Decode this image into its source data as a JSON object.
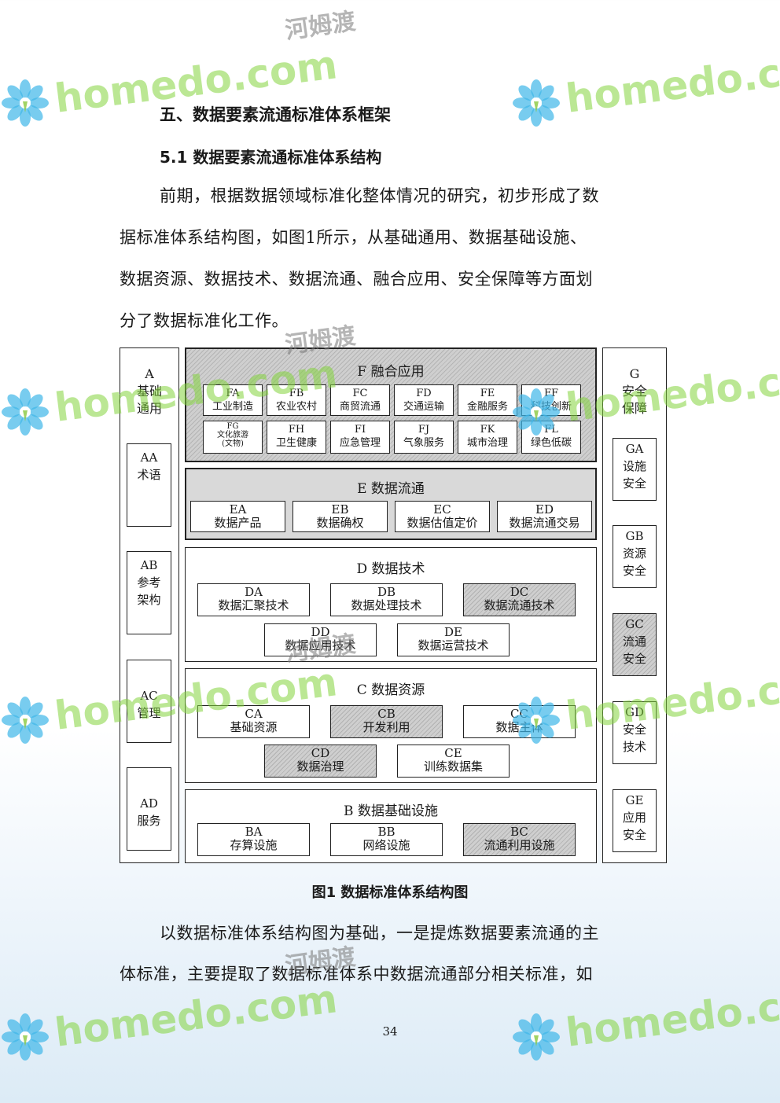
{
  "heading1": "五、数据要素流通标准体系框架",
  "heading2": "5.1  数据要素流通标准体系结构",
  "intro_lines": [
    "前期，根据数据领域标准化整体情况的研究，初步形成了数",
    "据标准体系结构图，如图1所示，从基础通用、数据基础设施、",
    "数据资源、数据技术、数据流通、融合应用、安全保障等方面划",
    "分了数据标准化工作。"
  ],
  "diagram": {
    "left": {
      "title": [
        "A",
        "基础",
        "通用"
      ],
      "items": [
        {
          "code": "AA",
          "label": [
            "术语"
          ]
        },
        {
          "code": "AB",
          "label": [
            "参考",
            "架构"
          ]
        },
        {
          "code": "AC",
          "label": [
            "管理"
          ]
        },
        {
          "code": "AD",
          "label": [
            "服务"
          ]
        }
      ]
    },
    "right": {
      "title": [
        "G",
        "安全",
        "保障"
      ],
      "items": [
        {
          "code": "GA",
          "label": [
            "设施",
            "安全"
          ]
        },
        {
          "code": "GB",
          "label": [
            "资源",
            "安全"
          ]
        },
        {
          "code": "GC",
          "label": [
            "流通",
            "安全"
          ]
        },
        {
          "code": "GD",
          "label": [
            "安全",
            "技术"
          ]
        },
        {
          "code": "GE",
          "label": [
            "应用",
            "安全"
          ]
        }
      ]
    },
    "F": {
      "title": "F 融合应用",
      "row1": [
        {
          "code": "FA",
          "label": "工业制造"
        },
        {
          "code": "FB",
          "label": "农业农村"
        },
        {
          "code": "FC",
          "label": "商贸流通"
        },
        {
          "code": "FD",
          "label": "交通运输"
        },
        {
          "code": "FE",
          "label": "金融服务"
        },
        {
          "code": "FF",
          "label": "科技创新"
        }
      ],
      "row2": [
        {
          "code": "FG",
          "label": "文化旅游",
          "extra": "(文物)"
        },
        {
          "code": "FH",
          "label": "卫生健康"
        },
        {
          "code": "FI",
          "label": "应急管理"
        },
        {
          "code": "FJ",
          "label": "气象服务"
        },
        {
          "code": "FK",
          "label": "城市治理"
        },
        {
          "code": "FL",
          "label": "绿色低碳"
        }
      ]
    },
    "E": {
      "title": "E 数据流通",
      "items": [
        {
          "code": "EA",
          "label": "数据产品"
        },
        {
          "code": "EB",
          "label": "数据确权"
        },
        {
          "code": "EC",
          "label": "数据估值定价"
        },
        {
          "code": "ED",
          "label": "数据流通交易"
        }
      ]
    },
    "D": {
      "title": "D 数据技术",
      "items": [
        {
          "code": "DA",
          "label": "数据汇聚技术"
        },
        {
          "code": "DB",
          "label": "数据处理技术"
        },
        {
          "code": "DC",
          "label": "数据流通技术"
        },
        {
          "code": "DD",
          "label": "数据应用技术"
        },
        {
          "code": "DE",
          "label": "数据运营技术"
        }
      ]
    },
    "C": {
      "title": "C 数据资源",
      "items": [
        {
          "code": "CA",
          "label": "基础资源"
        },
        {
          "code": "CB",
          "label": "开发利用"
        },
        {
          "code": "CC",
          "label": "数据主体"
        },
        {
          "code": "CD",
          "label": "数据治理"
        },
        {
          "code": "CE",
          "label": "训练数据集"
        }
      ]
    },
    "B": {
      "title": "B 数据基础设施",
      "items": [
        {
          "code": "BA",
          "label": "存算设施"
        },
        {
          "code": "BB",
          "label": "网络设施"
        },
        {
          "code": "BC",
          "label": "流通利用设施"
        }
      ]
    }
  },
  "caption": "图1  数据标准体系结构图",
  "outro_lines": [
    "以数据标准体系结构图为基础，一是提炼数据要素流通的主",
    "体标准，主要提取了数据标准体系中数据流通部分相关标准，如"
  ],
  "page_number": "34",
  "watermark": {
    "text": "homedo.com",
    "cn": "河姆渡"
  },
  "colors": {
    "watermark_green": "#84d43c",
    "flower_blue": "#3fb6e8",
    "hatch_gray": "#cfcfcf"
  }
}
